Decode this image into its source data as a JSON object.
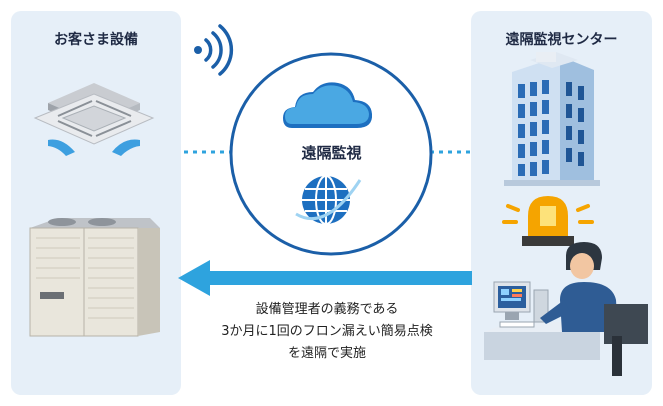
{
  "customer_panel": {
    "title": "お客さま設備"
  },
  "center_panel": {
    "title": "遠隔監視センター"
  },
  "hub": {
    "label": "遠隔監視"
  },
  "caption": {
    "line1": "設備管理者の義務である",
    "line2": "3か月に1回のフロン漏えい簡易点検",
    "line3": "を遠隔で実施"
  },
  "colors": {
    "panel_bg": "#e6eff8",
    "accent_blue": "#2ea3de",
    "dark_blue": "#1b5fa8",
    "text_dark": "#1f2a44"
  },
  "icons": [
    "wifi-signal-icon",
    "cloud-icon",
    "globe-icon",
    "ceiling-cassette-ac-icon",
    "outdoor-unit-icon",
    "office-building-icon",
    "warning-beacon-icon",
    "operator-at-computer-icon"
  ]
}
